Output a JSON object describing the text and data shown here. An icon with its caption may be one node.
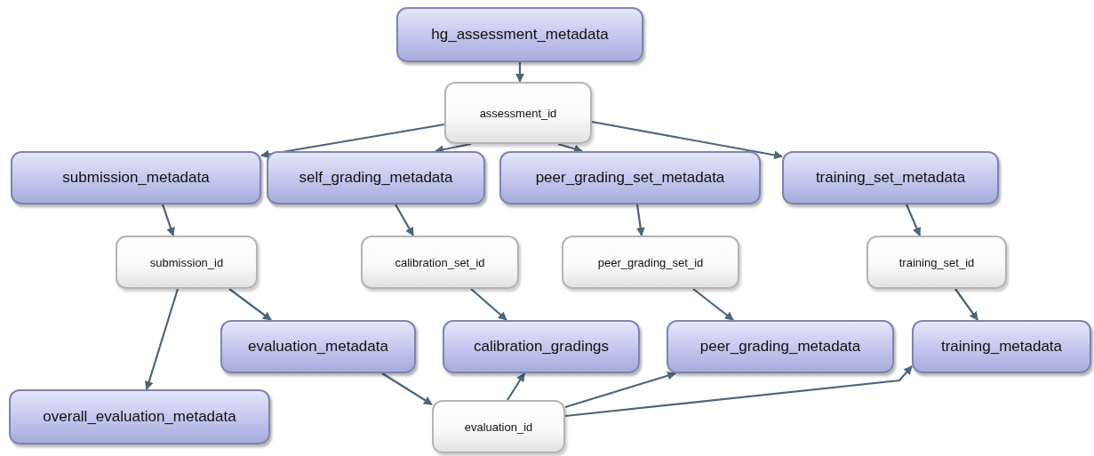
{
  "diagram": {
    "nodes": [
      {
        "text": [
          "hg_assessment_metadata"
        ]
      },
      {
        "text": [
          "assessment_id"
        ]
      },
      {
        "text": [
          "submission_metadata"
        ]
      },
      {
        "text": [
          "self_grading_metadata"
        ]
      },
      {
        "text": [
          "peer_grading_set_metadata"
        ]
      },
      {
        "text": [
          "training_set_metadata"
        ]
      },
      {
        "text": [
          "submission_id"
        ]
      },
      {
        "text": [
          "calibration_set_id"
        ]
      },
      {
        "text": [
          "peer_grading_set_id"
        ]
      },
      {
        "text": [
          "training_set_id"
        ]
      },
      {
        "text": [
          "evaluation_metadata"
        ]
      },
      {
        "text": [
          "calibration_gradings"
        ]
      },
      {
        "text": [
          "peer_grading_metadata"
        ]
      },
      {
        "text": [
          "training_metadata"
        ]
      },
      {
        "text": [
          "overall_evaluation_metadata"
        ]
      },
      {
        "text": [
          "evaluation_id"
        ]
      }
    ],
    "edges": [
      {
        "from": 0,
        "to": 1,
        "arrow": "to"
      },
      {
        "from": 1,
        "to": 2,
        "arrow": "to"
      },
      {
        "from": 1,
        "to": 3,
        "arrow": "to"
      },
      {
        "from": 1,
        "to": 4,
        "arrow": "to"
      },
      {
        "from": 1,
        "to": 5,
        "arrow": "to"
      },
      {
        "from": 2,
        "to": 6,
        "arrow": "to"
      },
      {
        "from": 3,
        "to": 7,
        "arrow": "to"
      },
      {
        "from": 4,
        "to": 8,
        "arrow": "to"
      },
      {
        "from": 5,
        "to": 9,
        "arrow": "to"
      },
      {
        "from": 6,
        "to": 10,
        "arrow": "to"
      },
      {
        "from": 6,
        "to": 14,
        "arrow": "to"
      },
      {
        "from": 7,
        "to": 11,
        "arrow": "to"
      },
      {
        "from": 8,
        "to": 12,
        "arrow": "to"
      },
      {
        "from": 9,
        "to": 13,
        "arrow": "to"
      },
      {
        "from": 10,
        "to": 15,
        "arrow": "to"
      },
      {
        "from": 15,
        "to": 11,
        "arrow": "to"
      },
      {
        "from": 15,
        "to": 12,
        "arrow": "to"
      },
      {
        "from": 15,
        "to": 13,
        "arrow": "to"
      }
    ]
  }
}
